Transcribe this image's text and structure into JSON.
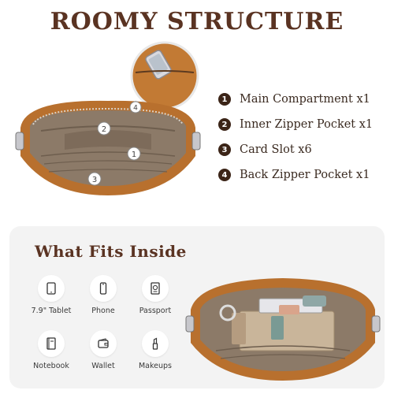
{
  "header": {
    "title": "ROOMY STRUCTURE"
  },
  "callouts": [
    "1",
    "2",
    "3",
    "4"
  ],
  "compartments": [
    {
      "num": "1",
      "label": "Main Compartment x1"
    },
    {
      "num": "2",
      "label": "Inner Zipper Pocket x1"
    },
    {
      "num": "3",
      "label": "Card Slot x6"
    },
    {
      "num": "4",
      "label": "Back Zipper Pocket x1"
    }
  ],
  "fits": {
    "title": "What Fits Inside",
    "items": [
      {
        "label": "7.9\" Tablet",
        "icon": "tablet-icon"
      },
      {
        "label": "Phone",
        "icon": "phone-icon"
      },
      {
        "label": "Passport",
        "icon": "passport-icon"
      },
      {
        "label": "Notebook",
        "icon": "notebook-icon"
      },
      {
        "label": "Wallet",
        "icon": "wallet-icon"
      },
      {
        "label": "Makeups",
        "icon": "lipstick-icon"
      }
    ]
  },
  "colors": {
    "leather": "#b8702e",
    "lining": "#8c7a68",
    "accent": "#5a3322",
    "panel": "#f3f3f3"
  }
}
